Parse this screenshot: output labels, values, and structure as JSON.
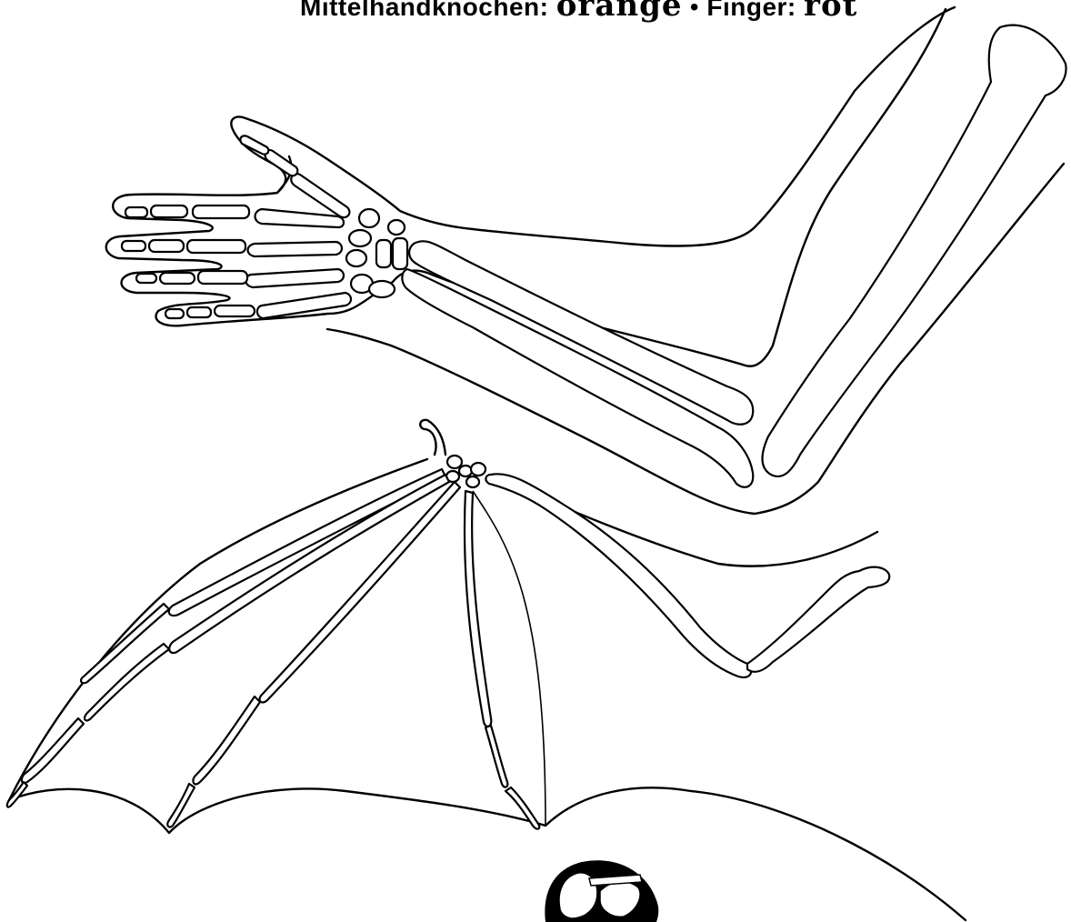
{
  "caption": {
    "metacarpal_label": "Mittelhandknochen:",
    "metacarpal_color": "orange",
    "separator": "•",
    "finger_label": "Finger:",
    "finger_color": "rot"
  }
}
